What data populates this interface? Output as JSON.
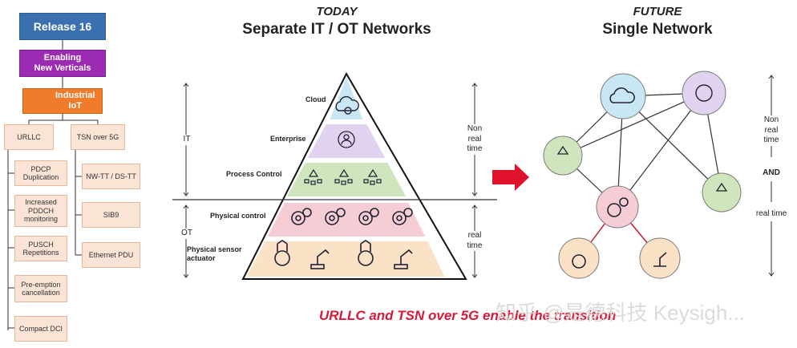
{
  "left_panel": {
    "release": "Release 16",
    "enabling": "Enabling\nNew Verticals",
    "iiot": "Industrial\nIoT",
    "urllc": "URLLC",
    "tsn": "TSN over 5G",
    "urllc_items": [
      "PDCP\nDuplication",
      "Increased\nPDDCH\nmonitoring",
      "PUSCH\nRepetitions",
      "Pre-emption\ncancellation",
      "Compact DCI"
    ],
    "tsn_items": [
      "NW-TT / DS-TT",
      "SIB9",
      "Ethernet PDU"
    ]
  },
  "today": {
    "heading": "TODAY",
    "title": "Separate IT / OT Networks",
    "levels": [
      "Cloud",
      "Enterprise",
      "Process Control",
      "Physical control",
      "Physical sensor\nactuator"
    ],
    "it_label": "IT",
    "ot_label": "OT",
    "non_real_time": "Non\nreal\ntime",
    "real_time": "real\ntime"
  },
  "future": {
    "heading": "FUTURE",
    "title": "Single Network",
    "non_real_time": "Non\nreal\ntime",
    "and_label": "AND",
    "real_time": "real time"
  },
  "footer": "URLLC and TSN over 5G enable the transition",
  "watermark": "知乎 @是德科技 Keysigh...",
  "colors": {
    "release": "#3a6fb0",
    "enabling": "#9b2bb3",
    "iiot": "#f07b2a",
    "cloud_tier": "#c9e6f5",
    "enterprise_tier": "#e1d3ef",
    "process_tier": "#cfe5bd",
    "physical_control_tier": "#f7cdd5",
    "sensor_tier": "#fbe2c6",
    "footer": "#d81a3a"
  }
}
